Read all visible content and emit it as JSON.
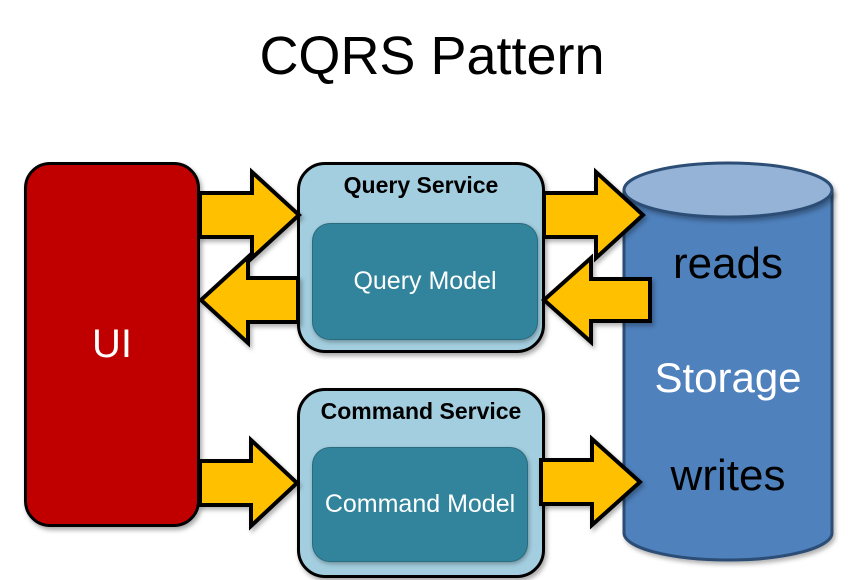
{
  "title": "CQRS Pattern",
  "colors": {
    "ui_box": "#C00000",
    "service_box": "#A3CEDF",
    "model_box": "#31849B",
    "box_border": "#000000",
    "cylinder_body": "#4F81BD",
    "cylinder_top": "#95B3D7",
    "cylinder_border": "#2C4D75",
    "arrow_fill": "#FFC000",
    "arrow_border": "#000000"
  },
  "nodes": {
    "ui": {
      "label": "UI"
    },
    "query_service": {
      "label": "Query Service",
      "model": "Query Model"
    },
    "command_service": {
      "label": "Command Service",
      "model": "Command Model"
    },
    "storage": {
      "reads": "reads",
      "label": "Storage",
      "writes": "writes"
    }
  },
  "arrows": [
    {
      "name": "ui-to-query-service",
      "direction": "right"
    },
    {
      "name": "query-service-to-ui",
      "direction": "left"
    },
    {
      "name": "query-service-to-storage",
      "direction": "right"
    },
    {
      "name": "storage-to-query-service",
      "direction": "left"
    },
    {
      "name": "ui-to-command-service",
      "direction": "right"
    },
    {
      "name": "command-service-to-storage",
      "direction": "right"
    }
  ]
}
